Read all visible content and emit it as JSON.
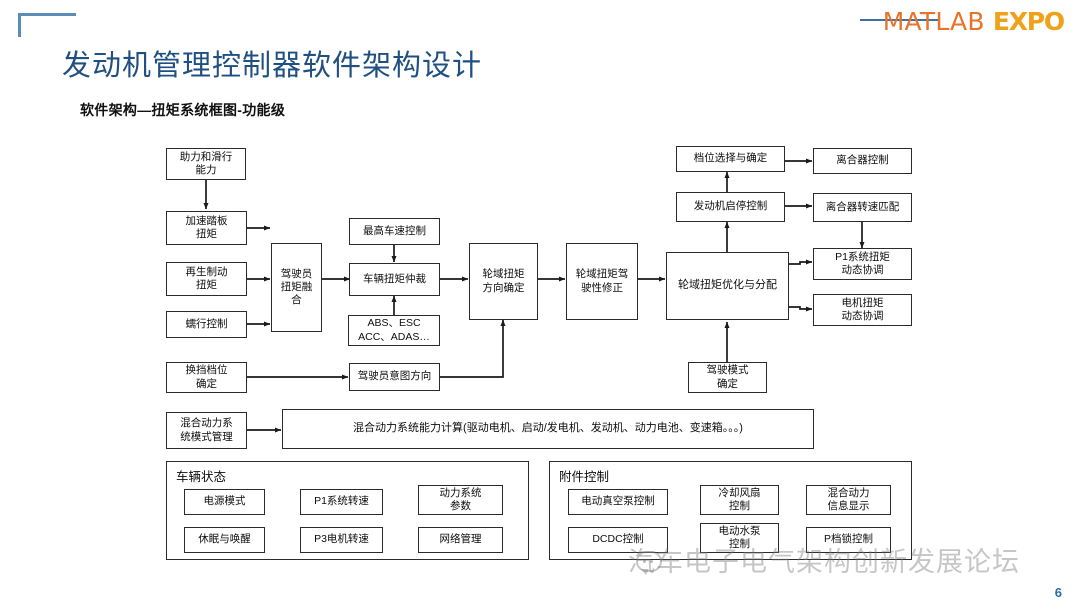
{
  "slide": {
    "page_title": "发动机管理控制器软件架构设计",
    "sub_title": "软件架构—扭矩系统框图-功能级",
    "page_number": "6",
    "accent_blue": "#1f5081",
    "line_blue": "#5b8db8",
    "logo": {
      "matlab": "MATLAB",
      "expo": "EXPO",
      "matlab_color": "#e8732a",
      "expo_color": "#f0a11a"
    },
    "watermark": "汽车电子电气架构创新发展论坛"
  },
  "diagram": {
    "nodes": [
      {
        "id": "n_assist",
        "label": "助力和滑行\n能力"
      },
      {
        "id": "n_accpedal",
        "label": "加速踏板\n扭矩"
      },
      {
        "id": "n_regen",
        "label": "再生制动\n扭矩"
      },
      {
        "id": "n_creep",
        "label": "蠕行控制"
      },
      {
        "id": "n_shiftgear",
        "label": "换挡档位\n确定"
      },
      {
        "id": "n_drvfusion",
        "label": "驾驶员\n扭矩融\n合"
      },
      {
        "id": "n_maxspeed",
        "label": "最高车速控制"
      },
      {
        "id": "n_vehtqarb",
        "label": "车辆扭矩仲裁"
      },
      {
        "id": "n_absesc",
        "label": "ABS、ESC\nACC、ADAS…"
      },
      {
        "id": "n_drvintent",
        "label": "驾驶员意图方向"
      },
      {
        "id": "n_wheeldir",
        "label": "轮域扭矩\n方向确定"
      },
      {
        "id": "n_drivability",
        "label": "轮域扭矩驾\n驶性修正"
      },
      {
        "id": "n_wheelopt",
        "label": "轮域扭矩优化与分配"
      },
      {
        "id": "n_drvmode",
        "label": "驾驶模式\n确定"
      },
      {
        "id": "n_gearsel",
        "label": "档位选择与确定"
      },
      {
        "id": "n_engstartstop",
        "label": "发动机启停控制"
      },
      {
        "id": "n_clutchctrl",
        "label": "离合器控制"
      },
      {
        "id": "n_clutchspd",
        "label": "离合器转速匹配"
      },
      {
        "id": "n_p1tq",
        "label": "P1系统扭矩\n动态协调"
      },
      {
        "id": "n_motortq",
        "label": "电机扭矩\n动态协调"
      },
      {
        "id": "n_hevmode",
        "label": "混合动力系\n统模式管理"
      },
      {
        "id": "n_hevcap",
        "label": "混合动力系统能力计算(驱动电机、启动/发电机、发动机、动力电池、变速箱。。。)"
      }
    ],
    "groups": [
      {
        "id": "g_vehstate",
        "label": "车辆状态",
        "items": [
          {
            "id": "g1_powermode",
            "label": "电源模式"
          },
          {
            "id": "g1_p1speed",
            "label": "P1系统转速"
          },
          {
            "id": "g1_ptparams",
            "label": "动力系统\n参数"
          },
          {
            "id": "g1_sleepwake",
            "label": "休眠与唤醒"
          },
          {
            "id": "g1_p3speed",
            "label": "P3电机转速"
          },
          {
            "id": "g1_network",
            "label": "网络管理"
          }
        ]
      },
      {
        "id": "g_accessory",
        "label": "附件控制",
        "items": [
          {
            "id": "g2_vacpump",
            "label": "电动真空泵控制"
          },
          {
            "id": "g2_coolfan",
            "label": "冷却风扇\n控制"
          },
          {
            "id": "g2_hevinfo",
            "label": "混合动力\n信息显示"
          },
          {
            "id": "g2_dcdc",
            "label": "DCDC控制"
          },
          {
            "id": "g2_waterpump",
            "label": "电动水泵\n控制"
          },
          {
            "id": "g2_plock",
            "label": "P档锁控制"
          }
        ]
      }
    ]
  }
}
